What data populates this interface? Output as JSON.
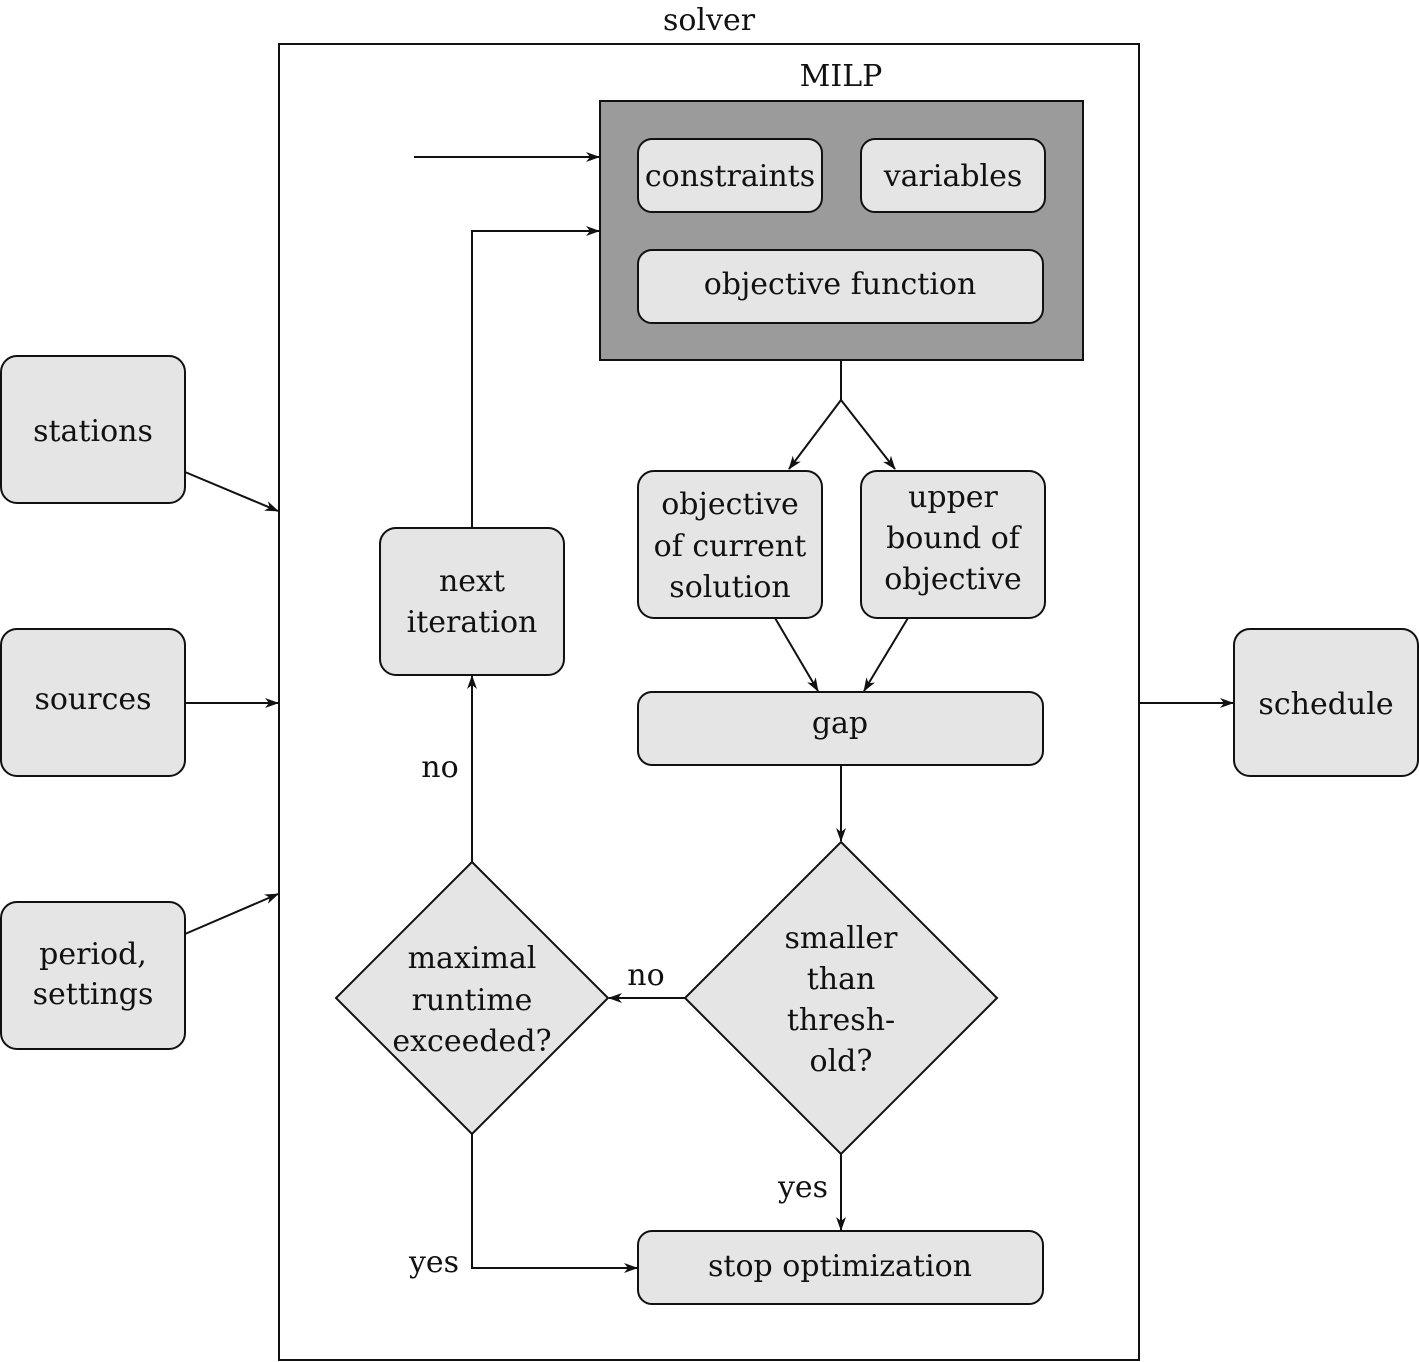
{
  "solver_title": "solver",
  "milp": {
    "title": "MILP",
    "constraints": "constraints",
    "variables": "variables",
    "objective_function": "objective function"
  },
  "inputs": {
    "stations": "stations",
    "sources": "sources",
    "period_line1": "period,",
    "period_line2": "settings"
  },
  "output": {
    "schedule": "schedule"
  },
  "objective_current": {
    "line1": "objective",
    "line2": "of current",
    "line3": "solution"
  },
  "upper_bound": {
    "line1": "upper",
    "line2": "bound of",
    "line3": "objective"
  },
  "gap": "gap",
  "threshold": {
    "line1": "smaller",
    "line2": "than",
    "line3": "thresh-",
    "line4": "old?"
  },
  "runtime": {
    "line1": "maximal",
    "line2": "runtime",
    "line3": "exceeded?"
  },
  "next_iteration": {
    "line1": "next",
    "line2": "iteration"
  },
  "stop": "stop optimization",
  "labels": {
    "threshold_no": "no",
    "threshold_yes": "yes",
    "runtime_no": "no",
    "runtime_yes": "yes"
  }
}
